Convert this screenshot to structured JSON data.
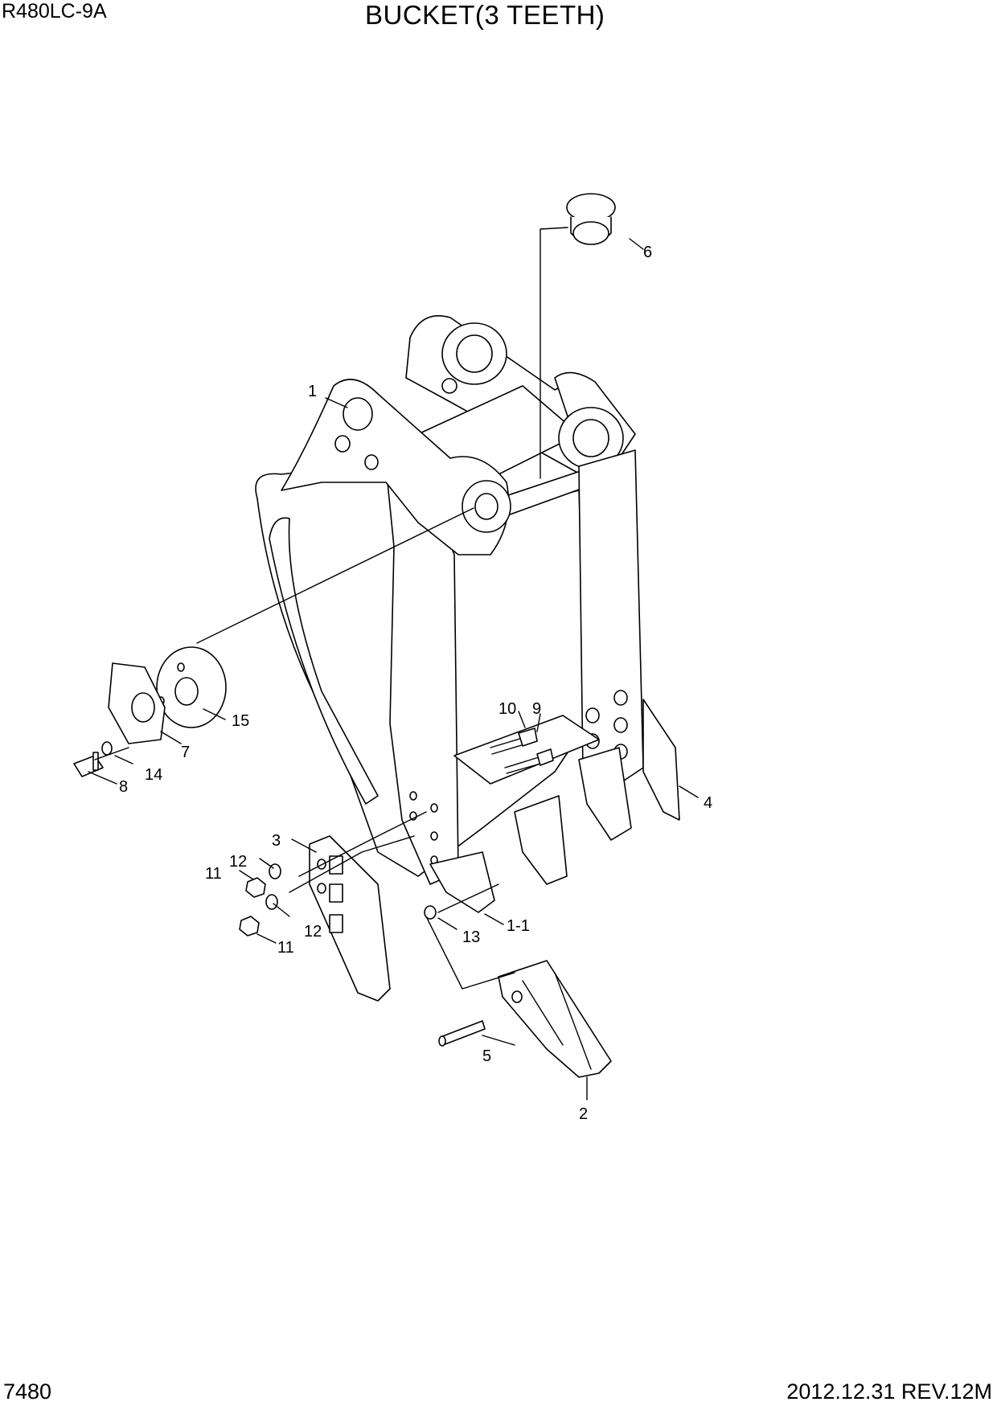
{
  "header": {
    "model": "R480LC-9A",
    "title": "BUCKET(3 TEETH)"
  },
  "footer": {
    "page_number": "7480",
    "revision": "2012.12.31  REV.12M"
  },
  "callouts": {
    "c1": "1",
    "c2": "2",
    "c3": "3",
    "c4": "4",
    "c5": "5",
    "c6": "6",
    "c7": "7",
    "c8": "8",
    "c9": "9",
    "c10": "10",
    "c11a": "11",
    "c11b": "11",
    "c12a": "12",
    "c12b": "12",
    "c13": "13",
    "c14": "14",
    "c15": "15",
    "c1_1": "1-1"
  }
}
